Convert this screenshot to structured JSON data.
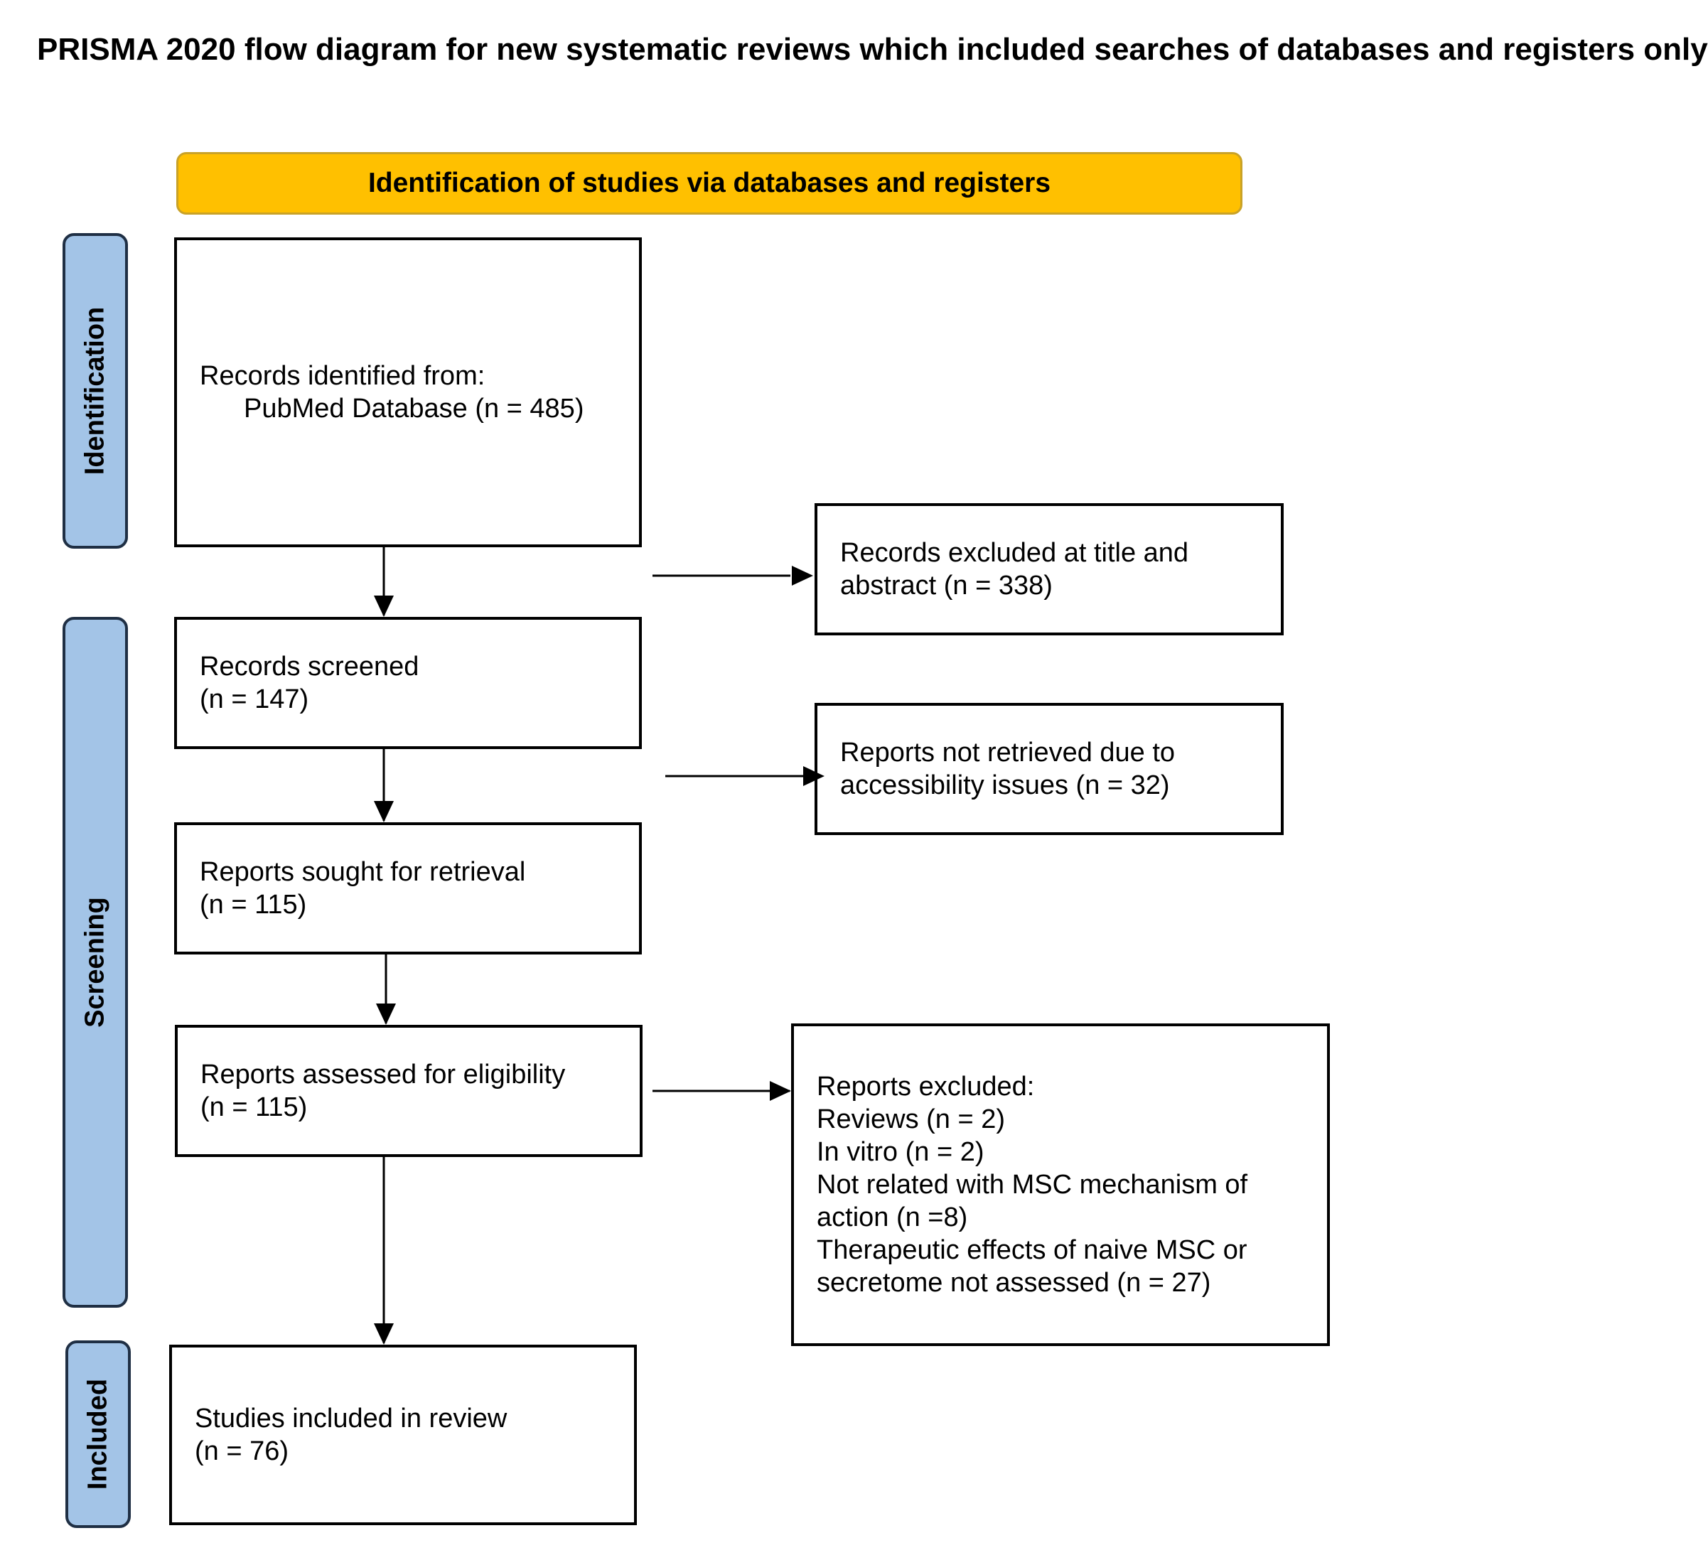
{
  "title": "PRISMA 2020 flow diagram for new systematic reviews which included searches of databases and registers only",
  "banner": "Identification of studies via databases and registers",
  "phases": {
    "identification": "Identification",
    "screening": "Screening",
    "included": "Included"
  },
  "boxes": {
    "records_identified": {
      "line1": "Records identified from:",
      "line2": "PubMed Database (n = 485)"
    },
    "records_excluded": {
      "line1": "Records excluded at title and",
      "line2": "abstract (n = 338)"
    },
    "records_screened": {
      "line1": "Records screened",
      "line2": "(n = 147)"
    },
    "not_retrieved": {
      "line1": "Reports not retrieved due to",
      "line2": "accessibility issues (n = 32)"
    },
    "sought_retrieval": {
      "line1": "Reports sought for retrieval",
      "line2": "(n = 115)"
    },
    "assessed_eligibility": {
      "line1": "Reports assessed for eligibility",
      "line2": "(n = 115)"
    },
    "reports_excluded": {
      "lines": [
        "Reports excluded:",
        "Reviews (n = 2)",
        "In vitro (n = 2)",
        "Not related with MSC mechanism of",
        "action (n =8)",
        "Therapeutic effects of naive MSC or",
        "secretome not assessed (n = 27)"
      ]
    },
    "included": {
      "line1": "Studies included in review",
      "line2": "(n = 76)"
    }
  },
  "colors": {
    "banner_fill": "#FFC000",
    "phase_fill": "#A3C4E7",
    "box_border": "#000000"
  }
}
